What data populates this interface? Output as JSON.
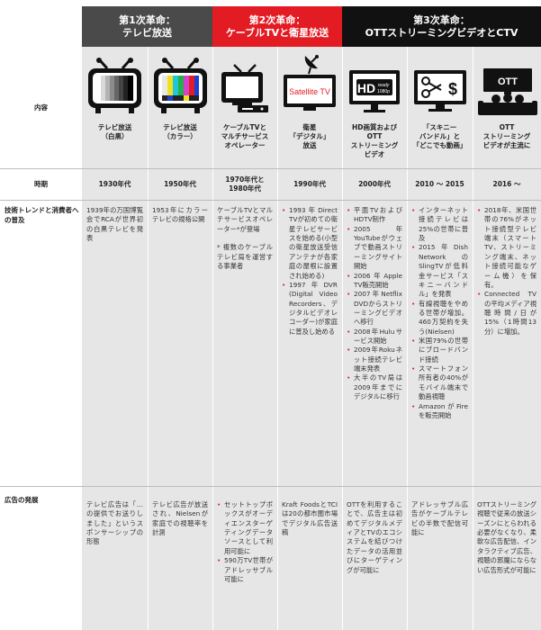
{
  "bands": {
    "rev1": {
      "title": "第1次革命：",
      "subtitle": "テレビ放送"
    },
    "rev2": {
      "title": "第2次革命：",
      "subtitle": "ケーブルTVと衛星放送"
    },
    "rev3": {
      "title": "第3次革命：",
      "subtitle": "OTTストリーミングビデオとCTV"
    }
  },
  "row_labels": {
    "content": "内容",
    "period": "時期",
    "tech": "技術トレンドと消費者への普及",
    "ads": "広告の発展"
  },
  "icons": {
    "satellite_label": "Satellite TV",
    "hd_label": "HD",
    "hd_ready": "ready",
    "hd_res": "1080p",
    "ott_label": "OTT"
  },
  "columns": [
    {
      "caption": "テレビ放送\n（白黒）",
      "period": "1930年代",
      "tech": "1939年の万国博覧会でRCAが世界初の白黒テレビを発表",
      "ads": "テレビ広告は「…の提供でお送りしました」というスポンサーシップの形態"
    },
    {
      "caption": "テレビ放送\n（カラー）",
      "period": "1950年代",
      "tech": "1953年にカラーテレビの規格公開",
      "ads": "テレビ広告が放送され、Nielsenが家庭での視聴率を計測"
    },
    {
      "caption": "ケーブルTVと\nマルチサービス\nオペレーター",
      "period": "1970年代と\n1980年代",
      "tech": "ケーブルTVとマルチサービスオペレーター*が登場\n\n* 複数のケーブルテレビ局を運営する事業者",
      "ads_items": [
        "セットトップボックスがオーディエンスターゲティングデータソースとして利用可能に",
        "590万TV世帯がアドレッサブル可能に"
      ]
    },
    {
      "caption": "衛星\n「デジタル」\n放送",
      "period": "1990年代",
      "tech_items": [
        "1993年Direct TVが初めての衛星テレビサービスを始める(小型の衛星放送受信アンテナが各家庭の屋根に設置され始める)",
        "1997年DVR (Digital Video Recorders、デジタルビデオレコーダー)が家庭に普及し始める"
      ],
      "ads": "Kraft FoodsとTCIは20の都市圏市場でデジタル広告送稿"
    },
    {
      "caption": "HD画質および\nOTT\nストリーミング\nビデオ",
      "period": "2000年代",
      "tech_items": [
        "平面TVおよびHDTV制作",
        "2005年YouTubeがウェブで動画ストリーミングサイト開始",
        "2006年Apple TV販売開始",
        "2007年Netflix DVDからストリーミングビデオへ移行",
        "2008年Huluサービス開始",
        "2009年Rokuネット接続テレビ端末発表",
        "大半のTV局は2009年までにデジタルに移行"
      ],
      "ads": "OTTを利用することで、広告主は初めてデジタルメディアとTVのエコシステムを結びつけたデータの活用並びにターゲティングが可能に"
    },
    {
      "caption": "「スキニー\nバンドル」と\n「どこでも動画」",
      "period": "2010 〜 2015",
      "tech_items": [
        "インターネット接続テレビは25%の世帯に普及",
        "2015年Dish NetworkのSlingTVが低料金サービス「スキニーバンドル」を発表",
        "有線視聴をやめる世帯が増加。460万契約を失う(Nielsen)",
        "米国79%の世帯にブロードバンド接続",
        "スマートフォン所有者の40%がモバイル端末で動画視聴",
        "AmazonがFireを販売開始"
      ],
      "ads": "アドレッサブル広告がケーブルテレビの半数で配信可能に"
    },
    {
      "caption": "OTT\nストリーミング\nビデオが主流に",
      "period": "2016 〜",
      "tech_items": [
        "2018年、米国世帯の76%がネット接続型テレビ端末（スマートTV、ストリーミング端末、ネット接続可能なゲーム機）を保有。",
        "Connected TVの平均メディア視聴時間/日が15%（1時間13分）に増加。"
      ],
      "ads": "OTTストリーミング視聴で従来の放送シーズンにとらわれる必要がなくなり、柔軟な広告配信、インタラクティブ広告、視聴の邪魔にならない広告形式が可能に"
    }
  ],
  "colors": {
    "band1": "#4a4a4a",
    "band2": "#e31b23",
    "band3": "#111111",
    "accent": "#e31b23"
  }
}
